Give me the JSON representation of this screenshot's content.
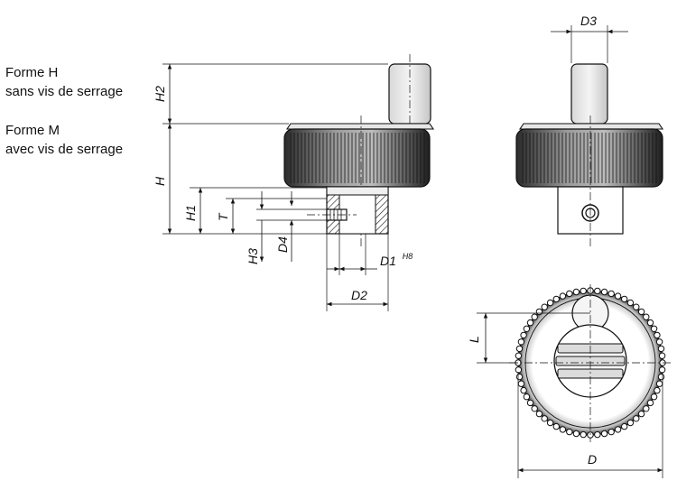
{
  "legend": {
    "forme_h": {
      "title": "Forme H",
      "desc": "sans vis de serrage"
    },
    "forme_m": {
      "title": "Forme M",
      "desc": "avec vis de serrage"
    }
  },
  "dimensions": {
    "h2": "H2",
    "h": "H",
    "h1": "H1",
    "t": "T",
    "h3": "H3",
    "d4": "D4",
    "d1": "D1",
    "d1_tolerance": "H8",
    "d2": "D2",
    "d3": "D3",
    "l": "L",
    "d": "D"
  }
}
